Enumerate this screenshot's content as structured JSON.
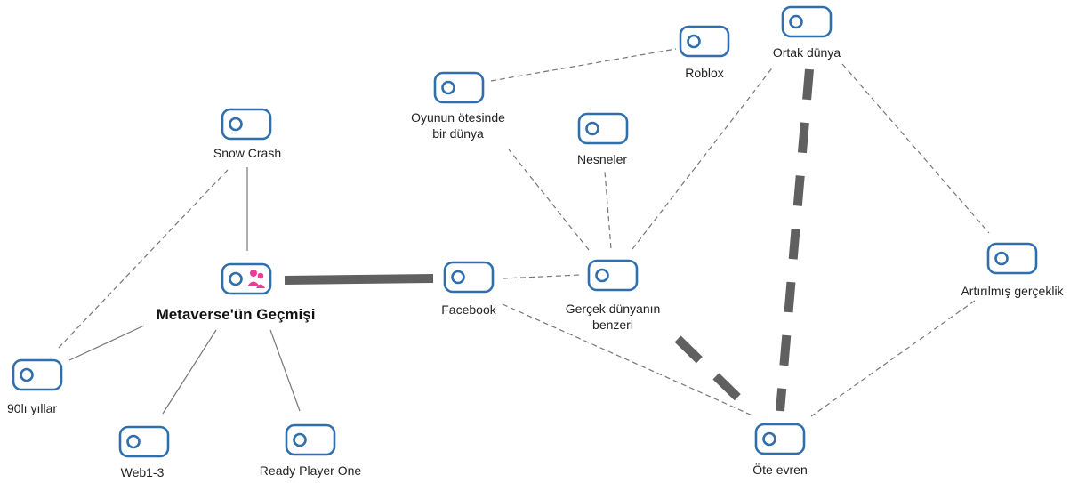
{
  "nodes": {
    "metaverse": {
      "label": "Metaverse'ün Geçmişi",
      "icon": "people-icon"
    },
    "snow_crash": {
      "label": "Snow Crash",
      "icon": "toggle-icon"
    },
    "ninety": {
      "label": "90lı yıllar",
      "icon": "toggle-icon"
    },
    "web": {
      "label": "Web1-3",
      "icon": "toggle-icon"
    },
    "ready": {
      "label": "Ready Player One",
      "icon": "toggle-icon"
    },
    "facebook": {
      "label": "Facebook",
      "icon": "toggle-icon"
    },
    "gercek": {
      "label_line1": "Gerçek dünyanın",
      "label_line2": "benzeri",
      "icon": "toggle-icon"
    },
    "nesneler": {
      "label": "Nesneler",
      "icon": "toggle-icon"
    },
    "oyunun": {
      "label_line1": "Oyunun ötesinde",
      "label_line2": "bir dünya",
      "icon": "toggle-icon"
    },
    "roblox": {
      "label": "Roblox",
      "icon": "toggle-icon"
    },
    "ortak": {
      "label": "Ortak dünya",
      "icon": "toggle-icon"
    },
    "artirilmis": {
      "label": "Artırılmış gerçeklik",
      "icon": "toggle-icon"
    },
    "ote": {
      "label": "Öte evren",
      "icon": "toggle-icon"
    }
  },
  "edges": [
    {
      "from": "metaverse",
      "to": "snow_crash",
      "style": "solid"
    },
    {
      "from": "metaverse",
      "to": "ninety",
      "style": "solid"
    },
    {
      "from": "metaverse",
      "to": "web",
      "style": "solid"
    },
    {
      "from": "metaverse",
      "to": "ready",
      "style": "solid"
    },
    {
      "from": "metaverse",
      "to": "facebook",
      "style": "thick"
    },
    {
      "from": "snow_crash",
      "to": "ninety",
      "style": "dashed"
    },
    {
      "from": "facebook",
      "to": "gercek",
      "style": "dashed"
    },
    {
      "from": "facebook",
      "to": "ote",
      "style": "dashed"
    },
    {
      "from": "gercek",
      "to": "oyunun",
      "style": "dashed"
    },
    {
      "from": "gercek",
      "to": "nesneler",
      "style": "dashed"
    },
    {
      "from": "gercek",
      "to": "ortak",
      "style": "dashed"
    },
    {
      "from": "gercek",
      "to": "ote",
      "style": "thick-dashed"
    },
    {
      "from": "oyunun",
      "to": "roblox",
      "style": "dashed"
    },
    {
      "from": "ortak",
      "to": "ote",
      "style": "thick-dashed"
    },
    {
      "from": "ortak",
      "to": "artirilmis",
      "style": "dashed"
    },
    {
      "from": "artirilmis",
      "to": "ote",
      "style": "dashed"
    }
  ],
  "colors": {
    "node_stroke": "#2f6fae",
    "people_icon": "#e83e96",
    "edge": "#777777",
    "thick_edge": "#606060"
  }
}
